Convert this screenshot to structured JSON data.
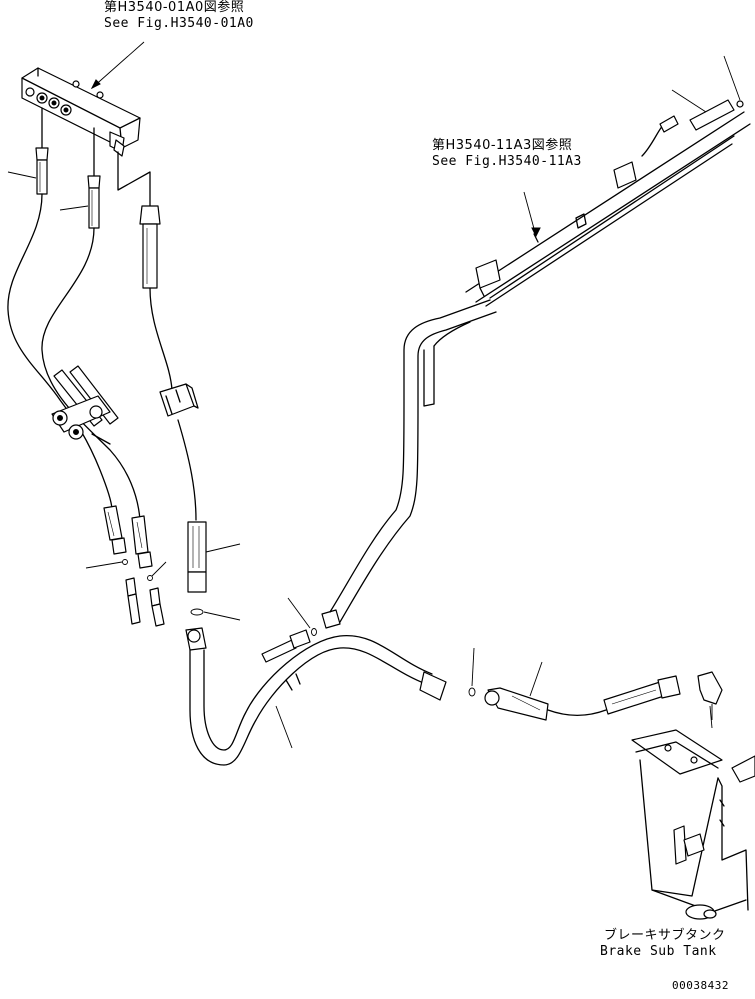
{
  "references": {
    "top_left": {
      "jp": "第H3540-01A0図参照",
      "en": "See Fig.H3540-01A0"
    },
    "top_right": {
      "jp": "第H3540-11A3図参照",
      "en": "See Fig.H3540-11A3"
    }
  },
  "tank": {
    "jp": "ブレーキサブタンク",
    "en": "Brake Sub Tank"
  },
  "drawing_number": "00038432"
}
